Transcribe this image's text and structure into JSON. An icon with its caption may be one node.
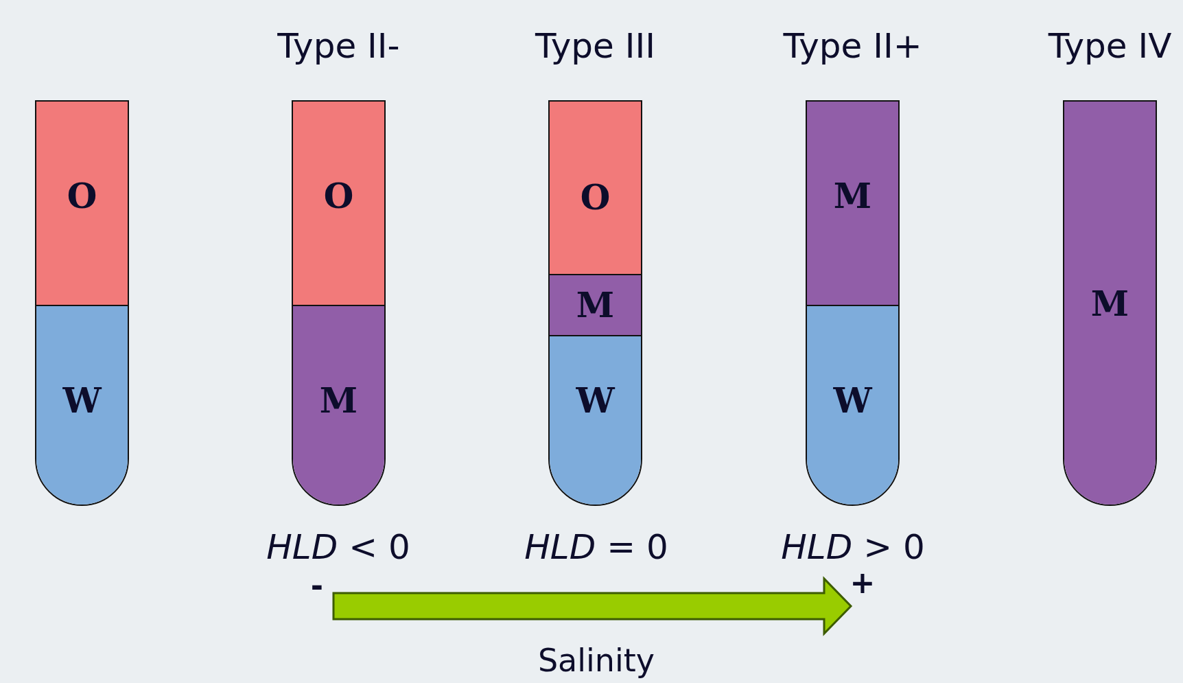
{
  "diagram": {
    "nodes": [
      {
        "text": [],
        "shape": "tube"
      },
      {
        "text": [
          "O"
        ],
        "in": 0
      },
      {
        "text": [
          "W"
        ],
        "in": 0
      },
      {
        "text": [
          "Type II-"
        ]
      },
      {
        "text": [
          "O"
        ],
        "in": 3
      },
      {
        "text": [
          "M"
        ],
        "in": 3
      },
      {
        "text": [
          "Type III"
        ]
      },
      {
        "text": [
          "O"
        ],
        "in": 6
      },
      {
        "text": [
          "M"
        ],
        "in": 6
      },
      {
        "text": [
          "W"
        ],
        "in": 6
      },
      {
        "text": [
          "Type II+"
        ]
      },
      {
        "text": [
          "M"
        ],
        "in": 10
      },
      {
        "text": [
          "W"
        ],
        "in": 10
      },
      {
        "text": [
          "Type IV"
        ]
      },
      {
        "text": [
          "M"
        ],
        "in": 13
      }
    ],
    "edges": [],
    "labels": [
      "*HLD* < 0",
      "*HLD* = 0",
      "*HLD* > 0",
      "-",
      "+",
      "Salinity"
    ]
  }
}
